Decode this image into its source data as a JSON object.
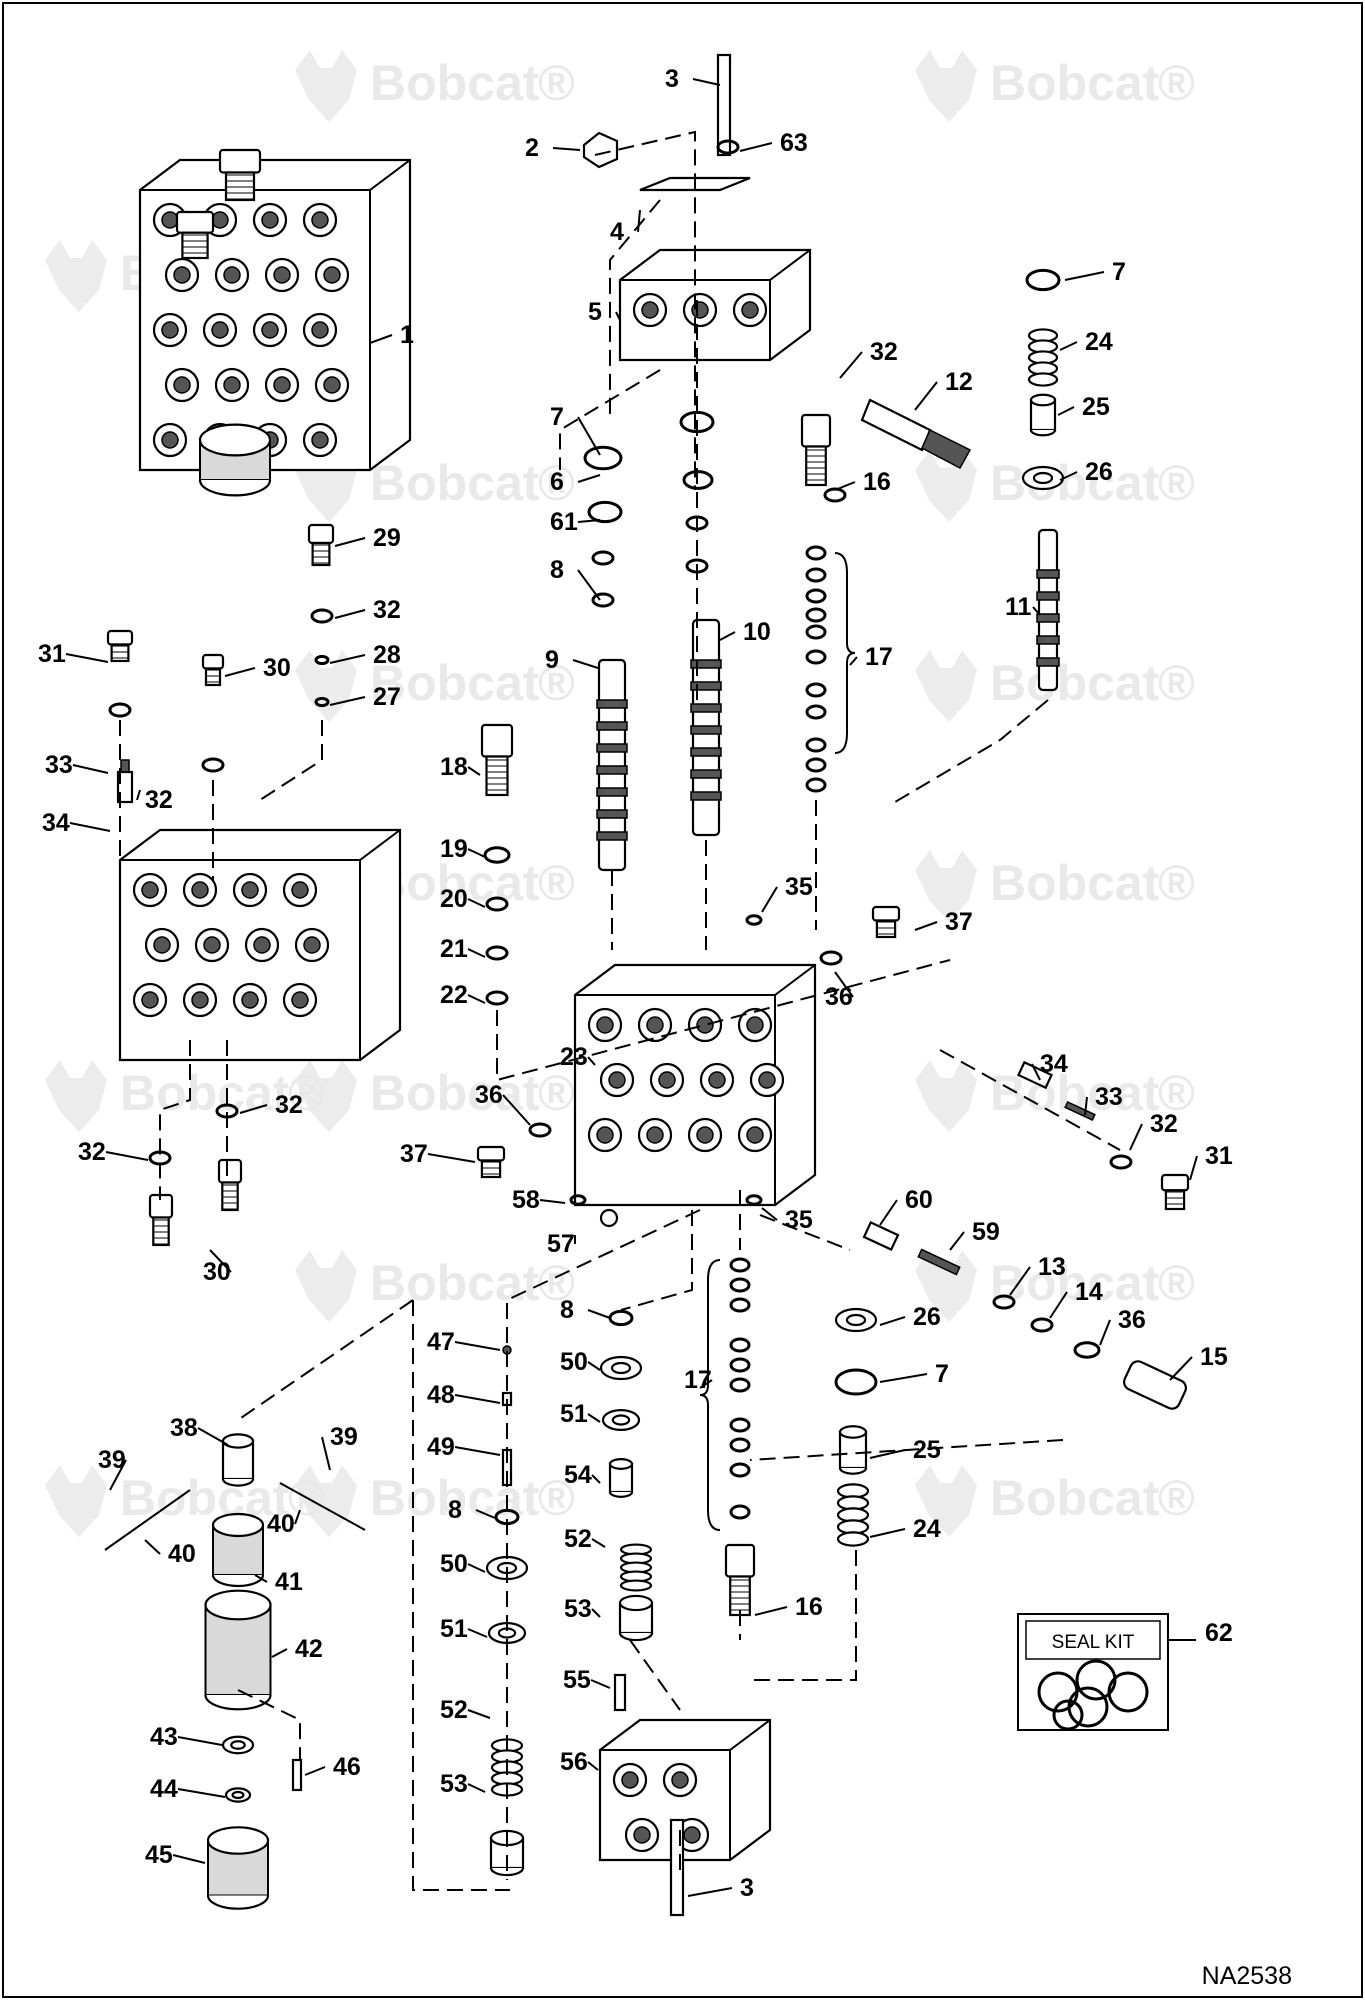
{
  "watermark": {
    "brand": "Bobcat",
    "registered_mark": "®"
  },
  "seal_kit": {
    "label": "SEAL KIT"
  },
  "figure_code": "NA2538",
  "callout_numbers": [
    "1",
    "2",
    "3",
    "4",
    "5",
    "6",
    "7",
    "8",
    "9",
    "10",
    "11",
    "12",
    "13",
    "14",
    "15",
    "16",
    "17",
    "18",
    "19",
    "20",
    "21",
    "22",
    "23",
    "24",
    "25",
    "26",
    "27",
    "28",
    "29",
    "30",
    "31",
    "32",
    "33",
    "34",
    "35",
    "36",
    "37",
    "38",
    "39",
    "40",
    "41",
    "42",
    "43",
    "44",
    "45",
    "46",
    "47",
    "48",
    "49",
    "50",
    "51",
    "52",
    "53",
    "54",
    "55",
    "56",
    "57",
    "58",
    "59",
    "60",
    "61",
    "62",
    "63"
  ],
  "colors": {
    "line": "#000000",
    "background": "#ffffff",
    "watermark": "#e9e9e9"
  }
}
